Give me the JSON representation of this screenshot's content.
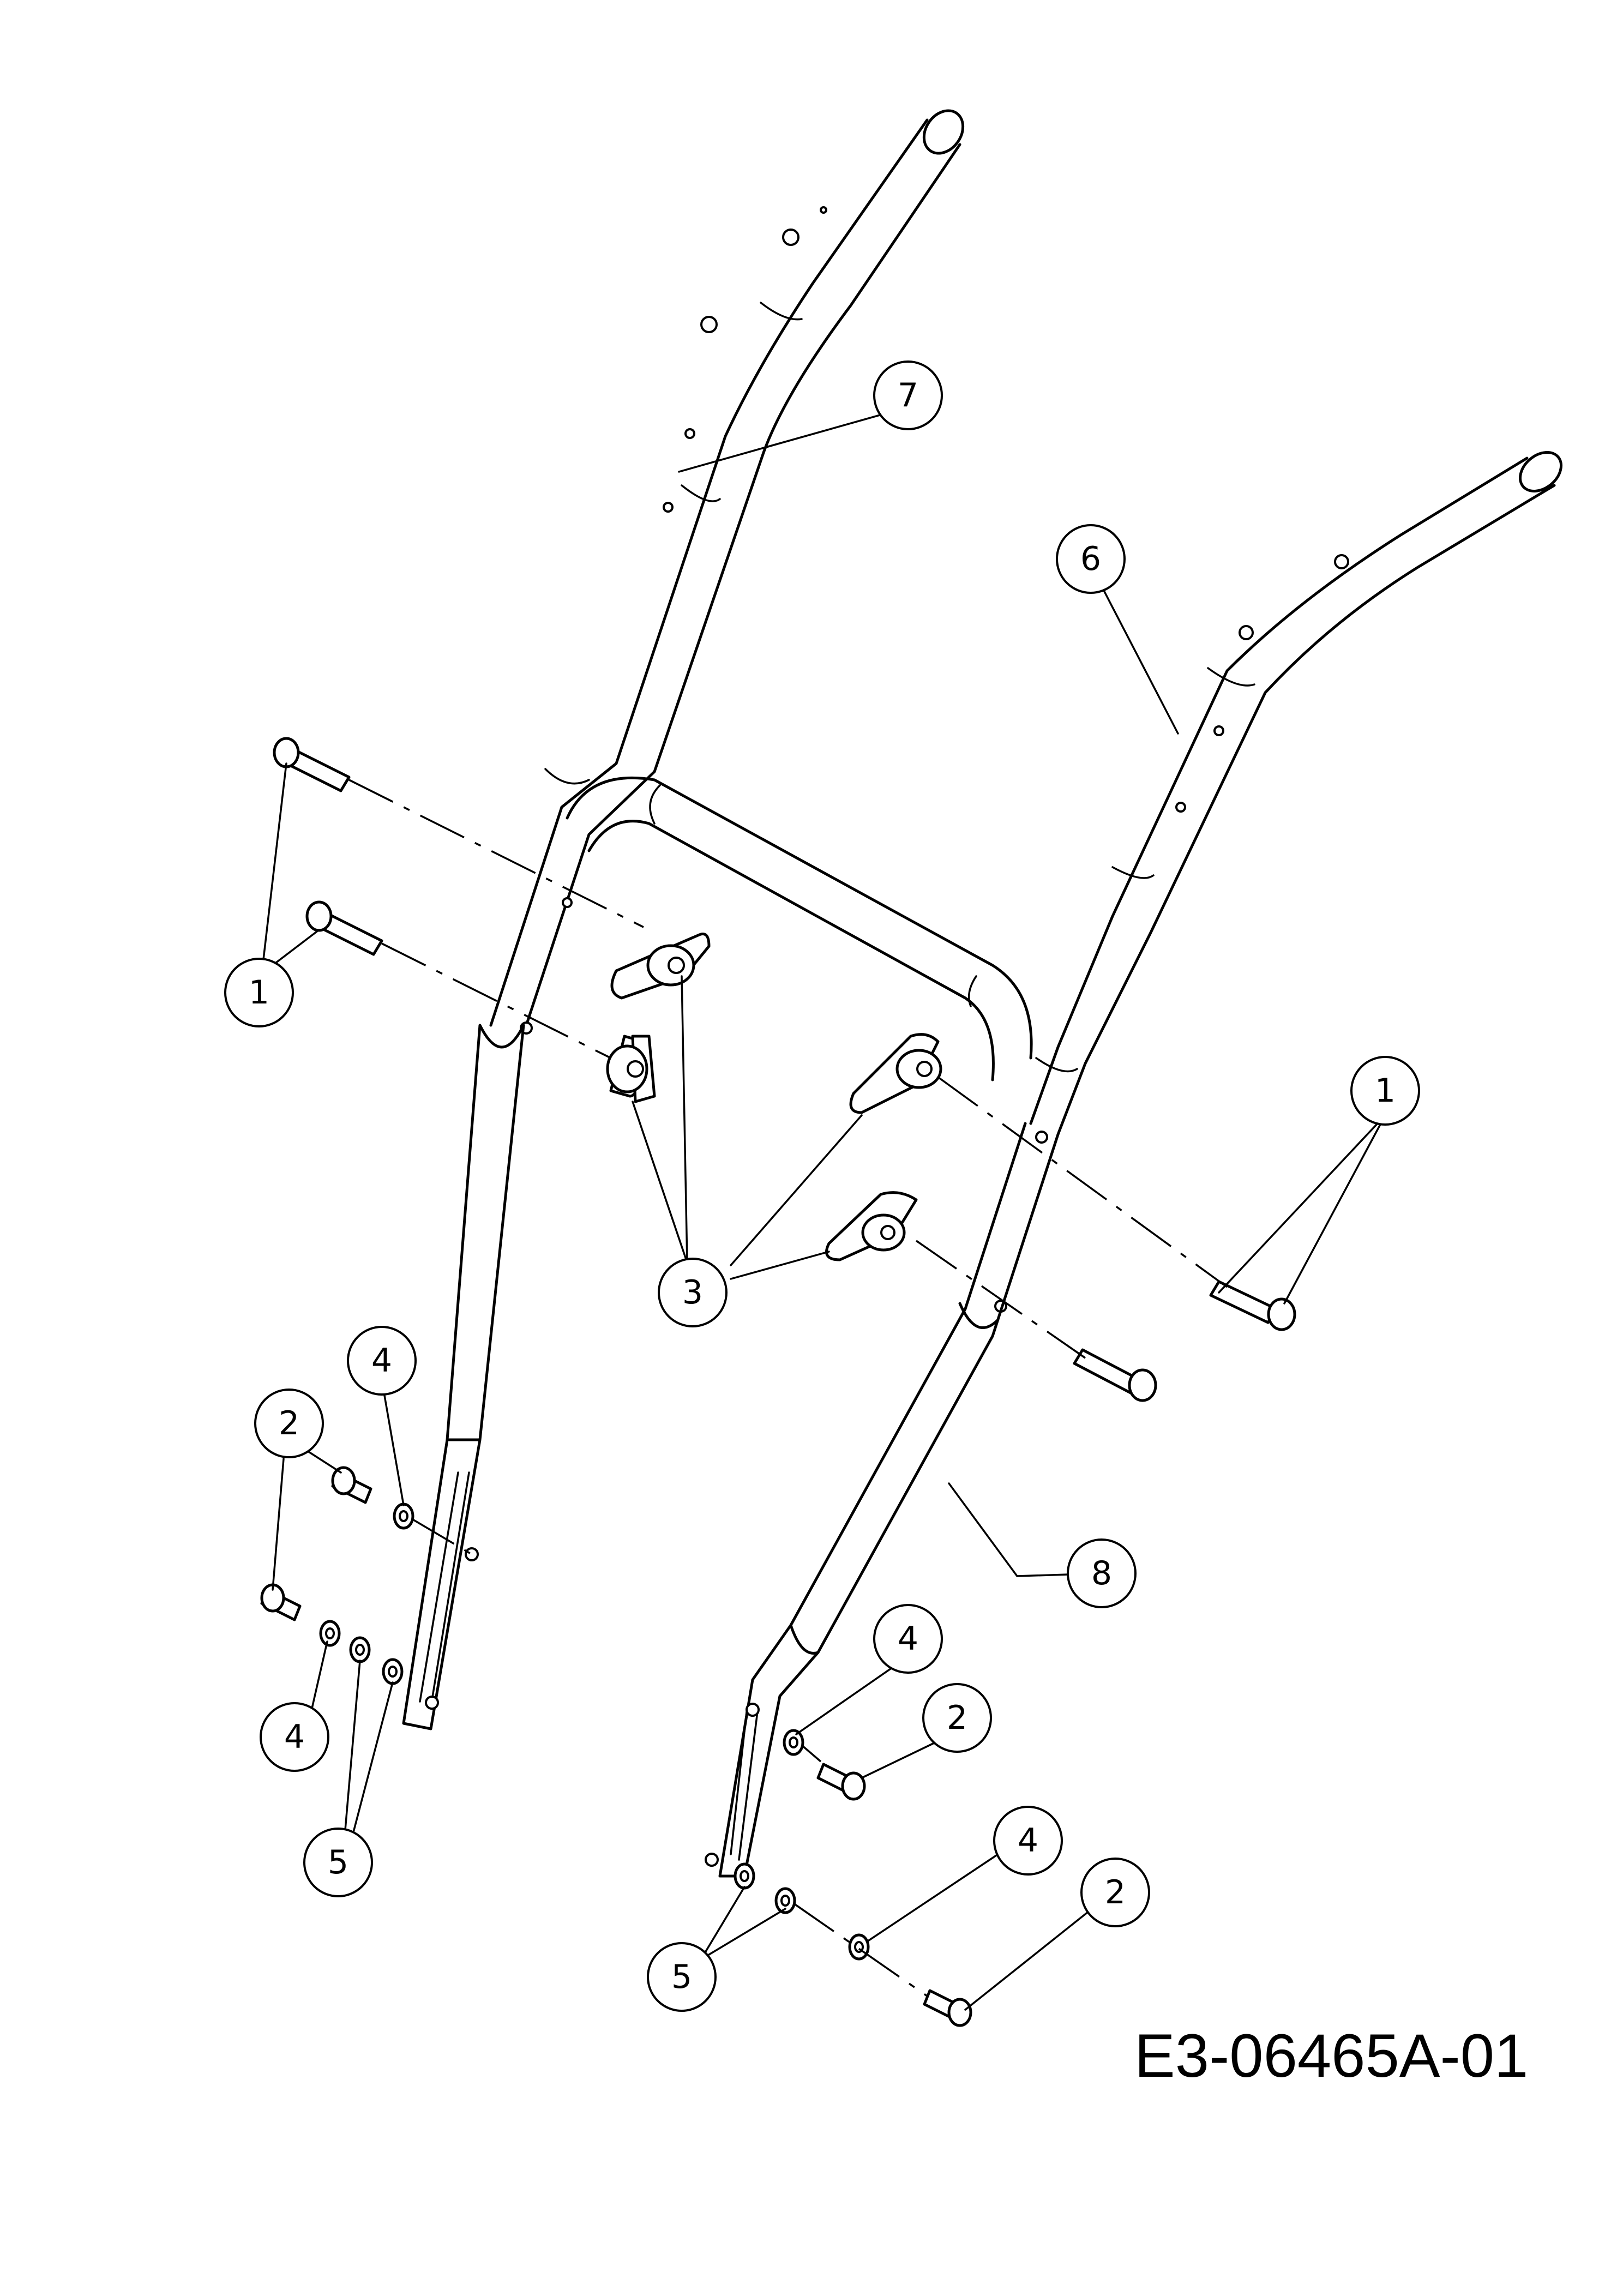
{
  "diagram_code": "E3-06465A-01",
  "callouts": {
    "c1_left": "1",
    "c1_right": "1",
    "c2_left": "2",
    "c2_right_upper": "2",
    "c2_right_lower": "2",
    "c3": "3",
    "c4_left_upper": "4",
    "c4_left_lower": "4",
    "c4_right_upper": "4",
    "c4_right_lower": "4",
    "c5_left": "5",
    "c5_right": "5",
    "c6": "6",
    "c7": "7",
    "c8": "8"
  }
}
